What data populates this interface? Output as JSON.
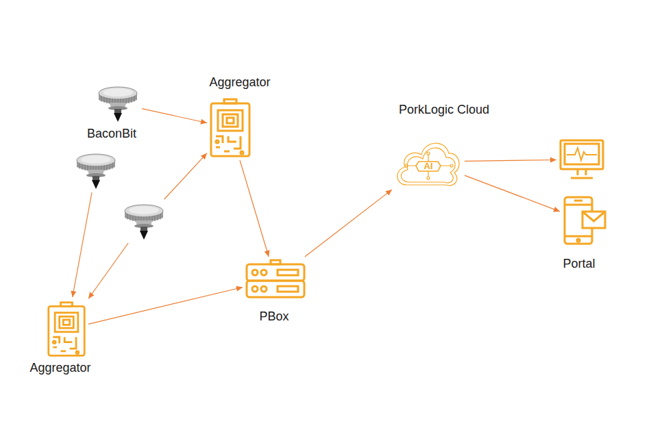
{
  "diagram": {
    "nodes": [
      {
        "text": [
          "BaconBit"
        ]
      },
      {
        "text": [
          "Aggregator"
        ]
      },
      {
        "text": []
      },
      {
        "text": []
      },
      {
        "text": [
          "Aggregator"
        ]
      },
      {
        "text": [
          "PBox"
        ]
      },
      {
        "text": [
          "PorkLogic Cloud",
          "AI"
        ]
      },
      {
        "text": []
      },
      {
        "text": [
          "Portal"
        ]
      }
    ],
    "edges": [
      {
        "from": 0,
        "to": 1,
        "arrow": "to"
      },
      {
        "from": 2,
        "to": 4,
        "arrow": "to"
      },
      {
        "from": 3,
        "to": 1,
        "arrow": "to"
      },
      {
        "from": 3,
        "to": 4,
        "arrow": "to"
      },
      {
        "from": 1,
        "to": 5,
        "arrow": "to"
      },
      {
        "from": 4,
        "to": 5,
        "arrow": "to"
      },
      {
        "from": 5,
        "to": 6,
        "arrow": "to"
      },
      {
        "from": 6,
        "to": 7,
        "arrow": "to"
      },
      {
        "from": 6,
        "to": 8,
        "arrow": "to"
      }
    ]
  }
}
